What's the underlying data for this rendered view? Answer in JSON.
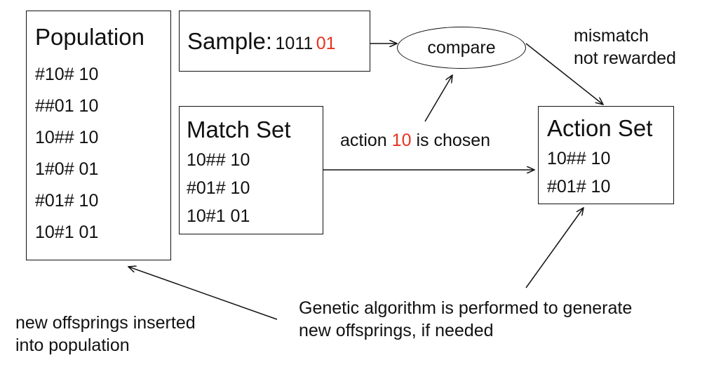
{
  "population": {
    "title": "Population",
    "rows": [
      "#10#  10",
      "##01  10",
      "10##  10",
      "1#0#   01",
      "#01#  10",
      "10#1   01"
    ]
  },
  "sample": {
    "label": "Sample:",
    "bits": "1011",
    "action": "01"
  },
  "compare": {
    "label": "compare"
  },
  "mismatch": {
    "line1": "mismatch",
    "line2": "not rewarded"
  },
  "match_set": {
    "title": "Match Set",
    "rows": [
      "10##  10",
      "#01#  10",
      "10#1  01"
    ]
  },
  "action_chosen": {
    "prefix": "action",
    "value": "10",
    "suffix": "is chosen"
  },
  "action_set": {
    "title": "Action Set",
    "rows": [
      "10##  10",
      "#01#  10"
    ]
  },
  "genetic": {
    "line1": "Genetic algorithm is performed to generate",
    "line2": "new offsprings, if needed"
  },
  "offsprings": {
    "line1": "new offsprings inserted",
    "line2": "into population"
  },
  "colors": {
    "highlight": "#e8321f",
    "stroke": "#111111"
  }
}
